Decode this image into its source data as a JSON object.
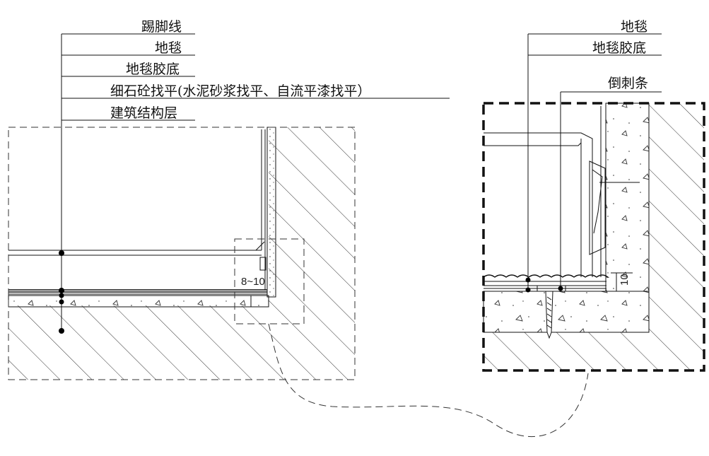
{
  "left_labels": [
    "踢脚线",
    "地毯",
    "地毯胶底",
    "细石砼找平(水泥砂浆找平、自流平漆找平）",
    "建筑结构层"
  ],
  "right_labels": [
    "地毯",
    "地毯胶底",
    "倒刺条"
  ],
  "dimensions": {
    "gap": "8~10",
    "height": "10"
  },
  "colors": {
    "line": "#111111",
    "background": "#ffffff"
  }
}
